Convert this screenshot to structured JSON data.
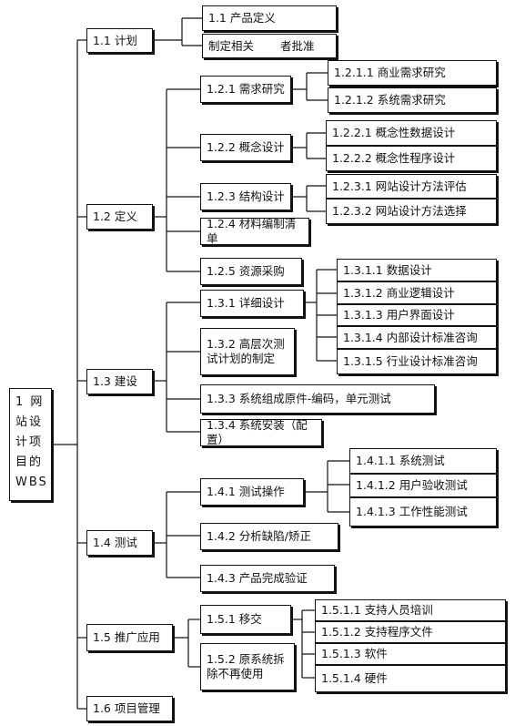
{
  "root": {
    "label": "1 网\n站设\n计项\n目的\nWBS"
  },
  "n1_1": {
    "label": "1.1 计划"
  },
  "n1_1_1": {
    "label": "1.1 产品定义"
  },
  "n1_1_2": {
    "label": "制定相关 　　者批准"
  },
  "n1_2": {
    "label": "1.2 定义"
  },
  "n1_2_1": {
    "label": "1.2.1 需求研究"
  },
  "n1_2_1_1": {
    "label": "1.2.1.1 商业需求研究"
  },
  "n1_2_1_2": {
    "label": "1.2.1.2 系统需求研究"
  },
  "n1_2_2": {
    "label": "1.2.2 概念设计"
  },
  "n1_2_2_1": {
    "label": "1.2.2.1 概念性数据设计"
  },
  "n1_2_2_2": {
    "label": "1.2.2.2 概念性程序设计"
  },
  "n1_2_3": {
    "label": "1.2.3 结构设计"
  },
  "n1_2_3_1": {
    "label": "1.2.3.1 网站设计方法评估"
  },
  "n1_2_3_2": {
    "label": "1.2.3.2 网站设计方法选择"
  },
  "n1_2_4": {
    "label": "1.2.4 材料编制清单"
  },
  "n1_2_5": {
    "label": "1.2.5 资源采购"
  },
  "n1_3": {
    "label": "1.3 建设"
  },
  "n1_3_1": {
    "label": "1.3.1 详细设计"
  },
  "n1_3_1_1": {
    "label": "1.3.1.1 数据设计"
  },
  "n1_3_1_2": {
    "label": "1.3.1.2 商业逻辑设计"
  },
  "n1_3_1_3": {
    "label": "1.3.1.3 用户界面设计"
  },
  "n1_3_1_4": {
    "label": "1.3.1.4 内部设计标准咨询"
  },
  "n1_3_1_5": {
    "label": "1.3.1.5 行业设计标准咨询"
  },
  "n1_3_2": {
    "label": "1.3.2 高层次测\n试计划的制定"
  },
  "n1_3_3": {
    "label": "1.3.3 系统组成原件-编码，单元测试"
  },
  "n1_3_4": {
    "label": "1.3.4 系统安装（配置）"
  },
  "n1_4": {
    "label": "1.4 测试"
  },
  "n1_4_1": {
    "label": "1.4.1 测试操作"
  },
  "n1_4_1_1": {
    "label": "1.4.1.1 系统测试"
  },
  "n1_4_1_2": {
    "label": "1.4.1.2 用户验收测试"
  },
  "n1_4_1_3": {
    "label": "1.4.1.3 工作性能测试"
  },
  "n1_4_2": {
    "label": "1.4.2 分析缺陷/矫正"
  },
  "n1_4_3": {
    "label": "1.4.3 产品完成验证"
  },
  "n1_5": {
    "label": "1.5 推广应用"
  },
  "n1_5_1": {
    "label": "1.5.1 移交"
  },
  "n1_5_1_1": {
    "label": "1.5.1.1 支持人员培训"
  },
  "n1_5_1_2": {
    "label": "1.5.1.2 支持程序文件"
  },
  "n1_5_1_3": {
    "label": "1.5.1.3 软件"
  },
  "n1_5_1_4": {
    "label": "1.5.1.4 硬件"
  },
  "n1_5_2": {
    "label": "1.5.2 原系统拆\n除不再使用"
  },
  "n1_6": {
    "label": "1.6 项目管理"
  }
}
